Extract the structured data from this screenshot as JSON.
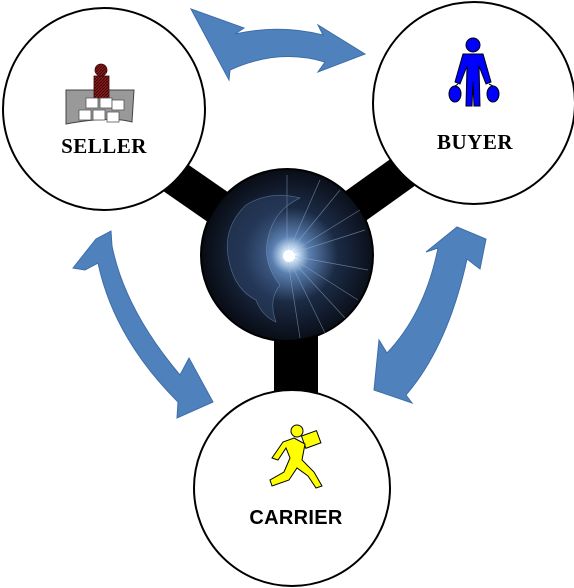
{
  "nodes": {
    "seller": {
      "label": "SELLER",
      "icon": "seller-with-boxes-icon"
    },
    "buyer": {
      "label": "BUYER",
      "icon": "buyer-with-bags-icon"
    },
    "carrier": {
      "label": "CARRIER",
      "icon": "running-carrier-icon"
    }
  },
  "hub": {
    "icon": "digital-head-icon"
  },
  "colors": {
    "arrow": "#4F81BD",
    "connector": "#000000",
    "circle_stroke": "#000000",
    "buyer_icon": "#0000FF",
    "carrier_icon": "#FFFF00",
    "seller_icon": "#8B1A1A"
  }
}
